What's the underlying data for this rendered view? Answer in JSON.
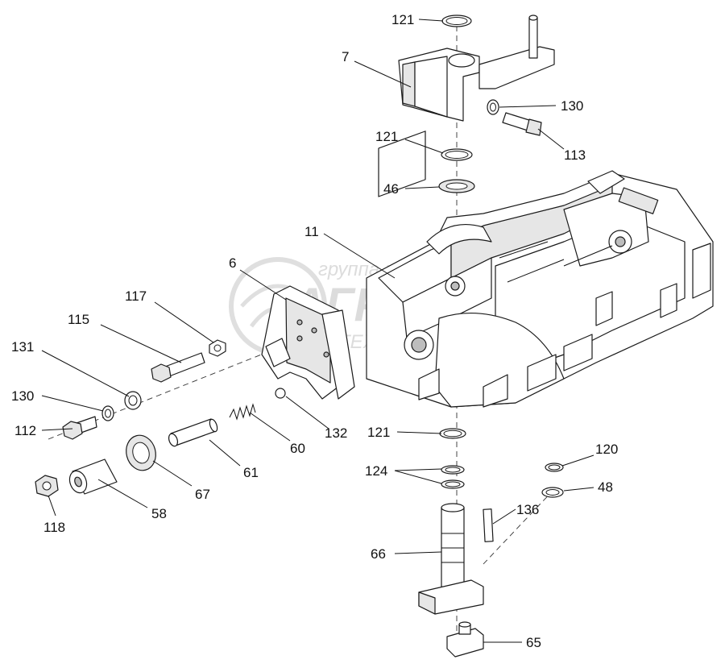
{
  "watermark": {
    "line1": "группа компаний",
    "line2": "АГРОСНАБ",
    "line3": "ТЕХСЕРВИС"
  },
  "callouts": {
    "c121_top": "121",
    "c7": "7",
    "c130_right": "130",
    "c121_mid": "121",
    "c113": "113",
    "c46": "46",
    "c11": "11",
    "c6": "6",
    "c117": "117",
    "c115": "115",
    "c131": "131",
    "c130_left": "130",
    "c112": "112",
    "c132": "132",
    "c60": "60",
    "c61": "61",
    "c67": "67",
    "c58": "58",
    "c118": "118",
    "c121_low": "121",
    "c120": "120",
    "c124": "124",
    "c48": "48",
    "c136": "136",
    "c66": "66",
    "c65": "65"
  }
}
